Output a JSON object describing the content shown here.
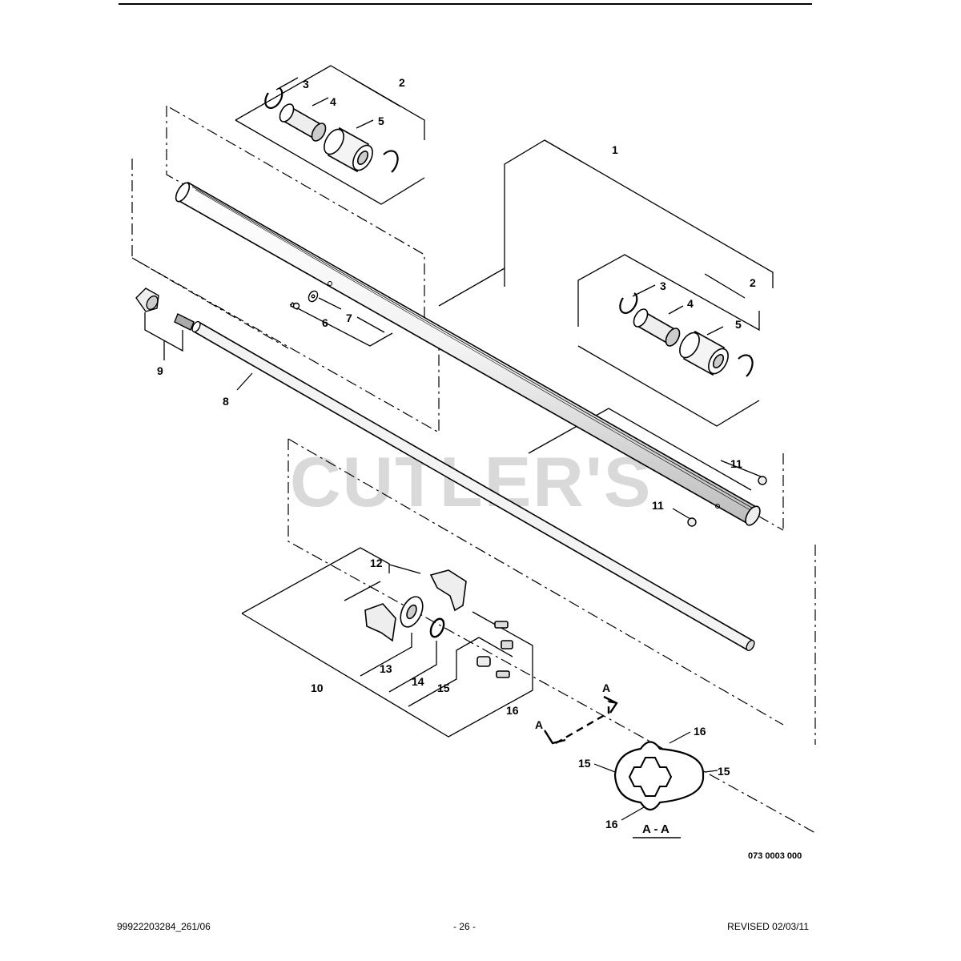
{
  "watermark": "CUTLER'S",
  "callouts": {
    "c1": "1",
    "c2a": "2",
    "c3a": "3",
    "c4a": "4",
    "c5a": "5",
    "c2b": "2",
    "c3b": "3",
    "c4b": "4",
    "c5b": "5",
    "c6": "6",
    "c7": "7",
    "c8": "8",
    "c9": "9",
    "c10": "10",
    "c11a": "11",
    "c11b": "11",
    "c12": "12",
    "c13": "13",
    "c14": "14",
    "c15": "15",
    "c16": "16",
    "sec_a1": "A",
    "sec_a2": "A",
    "det15a": "15",
    "det15b": "15",
    "det16a": "16",
    "det16b": "16",
    "section": "A - A"
  },
  "drawing_number": "073 0003 000",
  "footer": {
    "left": "99922203284_261/06",
    "center": "- 26 -",
    "right": "REVISED 02/03/11"
  },
  "colors": {
    "ink": "#000000",
    "watermark": "#d9d9d9",
    "part_fill": "#ffffff",
    "shade": "#cfcfcf"
  }
}
